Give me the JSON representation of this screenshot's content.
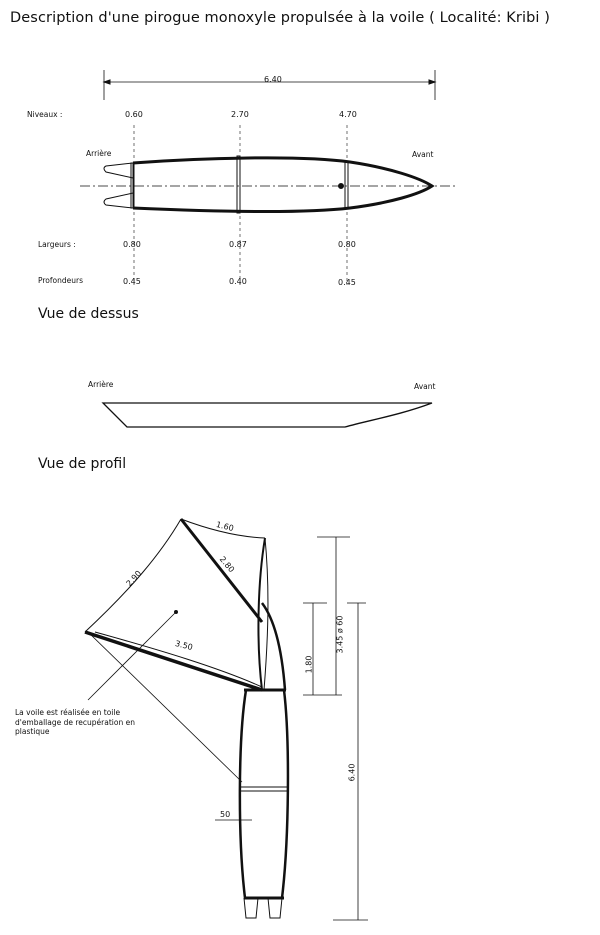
{
  "title": "Description d'une pirogue monoxyle propulsée à la voile ( Localité: Kribi )",
  "top_view": {
    "section_label": "Vue de dessus",
    "overall_length": "6.40",
    "stern_label": "Arrière",
    "bow_label": "Avant",
    "rows": {
      "niveaux_label": "Niveaux :",
      "largeurs_label": "Largeurs :",
      "profondeurs_label": "Profondeurs"
    },
    "stations": [
      {
        "niveau": "0.60",
        "largeur": "0.80",
        "profondeur": "0.45"
      },
      {
        "niveau": "2.70",
        "largeur": "0.87",
        "profondeur": "0.40"
      },
      {
        "niveau": "4.70",
        "largeur": "0.80",
        "profondeur": "0.45"
      }
    ]
  },
  "profile_view": {
    "section_label": "Vue de profil",
    "stern_label": "Arrière",
    "bow_label": "Avant"
  },
  "sail_view": {
    "dimensions": {
      "gaff_top": "1.60",
      "leech": "2.90",
      "sprit": "2.80",
      "boom": "3.50",
      "mast_height": "1.80",
      "total_height": "3.45 ø 60",
      "hull_length": "6.40",
      "hull_thickness": "50"
    },
    "note": "La voile est réalisée en toile d'emballage de recupération en plastique"
  }
}
